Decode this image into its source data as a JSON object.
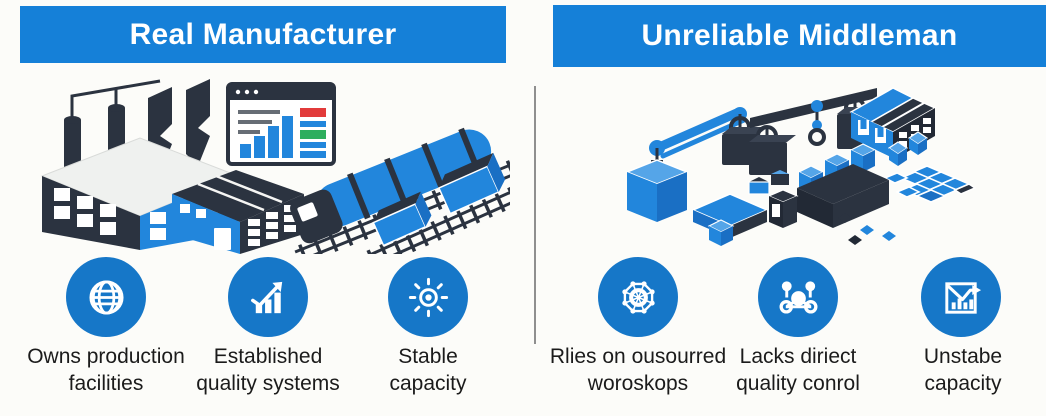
{
  "left_panel": {
    "title": "Real Manufacturer",
    "illustration": {
      "scene": "isometric factory with chimneys, analytics dashboard window, blue freight train and cargo wagons on rail tracks",
      "parts": [
        "factory-buildings",
        "analytics-dashboard-window",
        "freight-train",
        "cargo-wagons",
        "rail-tracks"
      ]
    },
    "features": [
      {
        "icon": "globe-icon",
        "line1": "Owns production",
        "line2": "facilities"
      },
      {
        "icon": "growth-chart-icon",
        "line1": "Established",
        "line2": "quality systems"
      },
      {
        "icon": "sun-icon",
        "line1": "Stable",
        "line2": "capacity"
      }
    ]
  },
  "right_panel": {
    "title": "Unreliable Middleman",
    "illustration": {
      "scene": "isometric cranes lifting crates, scattered boxes, pallet of goods, dark platform and small blue warehouse",
      "parts": [
        "crane-arm",
        "beam-crane-with-hook",
        "hanging-crates",
        "blue-cube",
        "scattered-boxes",
        "pallet-grid",
        "loading-platform",
        "warehouse-building"
      ]
    },
    "features": [
      {
        "icon": "gear-network-icon",
        "line1": "Rlies on ousourred",
        "line2": "woroskops"
      },
      {
        "icon": "molecule-icon",
        "line1": "Lacks diriect",
        "line2": "quality conrol"
      },
      {
        "icon": "volatile-chart-icon",
        "line1": "Unstabe",
        "line2": "capacity"
      }
    ]
  },
  "colors": {
    "banner_blue": "#1580d8",
    "icon_blue": "#1677c8",
    "art_blue": "#2286dc",
    "art_blue_light": "#55a5e8",
    "art_blue_dark": "#1a6fc4",
    "art_dark": "#2b3340",
    "art_dark_deep": "#222935",
    "chart_red": "#e23b3b",
    "chart_green": "#2eae5e",
    "background": "#fcfcf9",
    "text": "#1b1b1b",
    "divider": "#8f8f8f"
  }
}
